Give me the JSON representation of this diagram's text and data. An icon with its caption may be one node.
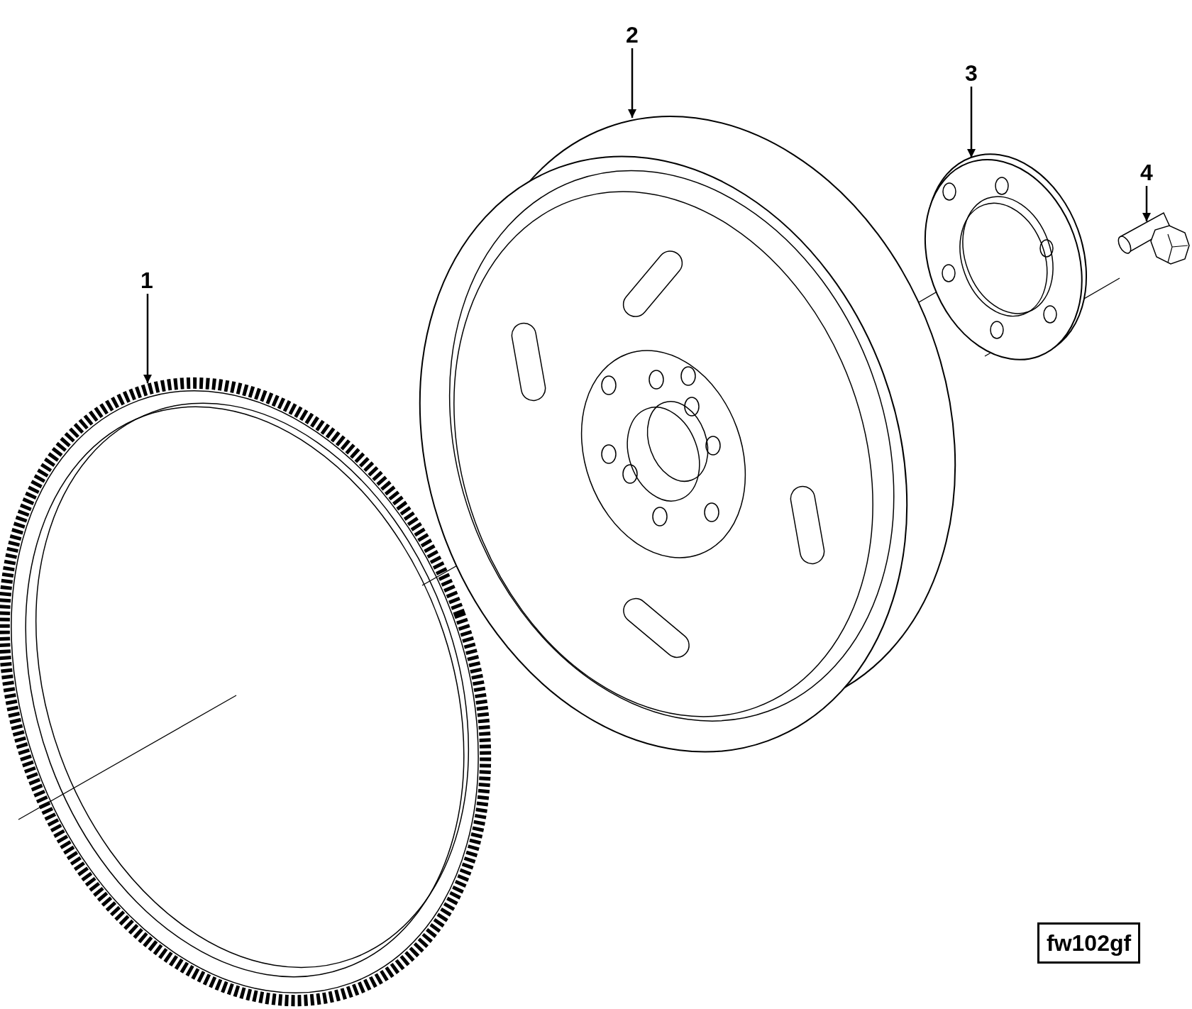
{
  "diagram": {
    "nodes": [
      {
        "text": [
          "1"
        ]
      },
      {
        "text": [],
        "shape": "picture"
      },
      {
        "text": [
          "2"
        ]
      },
      {
        "text": [],
        "shape": "picture"
      },
      {
        "text": [
          "3"
        ]
      },
      {
        "text": [],
        "shape": "picture"
      },
      {
        "text": [
          "4"
        ]
      },
      {
        "text": [],
        "shape": "picture"
      },
      {
        "text": [
          "fw102gf"
        ]
      }
    ],
    "edges": [
      {
        "from": 0,
        "to": 1,
        "arrow": "to"
      },
      {
        "from": 2,
        "to": 3,
        "arrow": "to"
      },
      {
        "from": 4,
        "to": 5,
        "arrow": "to"
      },
      {
        "from": 6,
        "to": 7,
        "arrow": "to"
      }
    ]
  }
}
